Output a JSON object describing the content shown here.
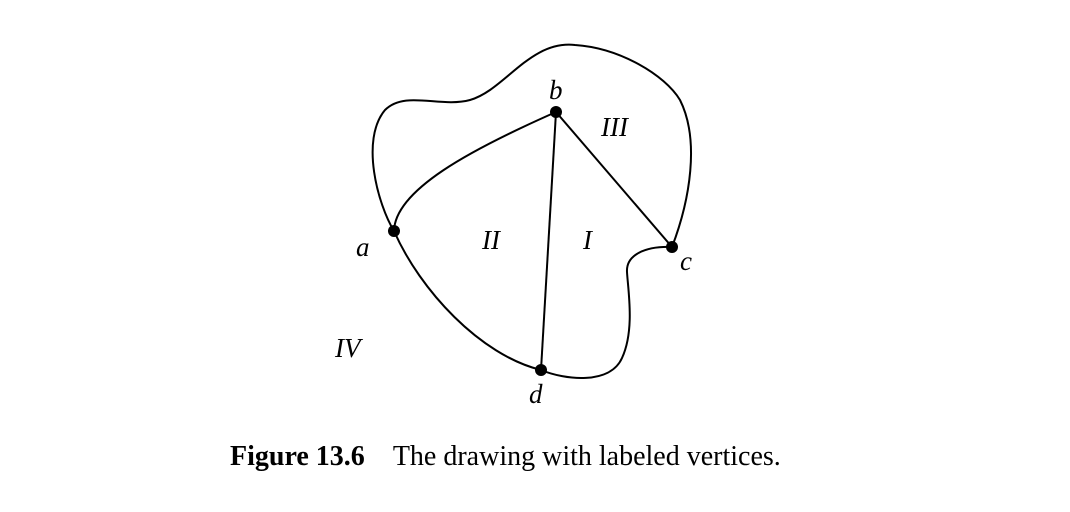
{
  "figure": {
    "vertices": [
      {
        "id": "a",
        "label": "a"
      },
      {
        "id": "b",
        "label": "b"
      },
      {
        "id": "c",
        "label": "c"
      },
      {
        "id": "d",
        "label": "d"
      }
    ],
    "edges": [
      [
        "a",
        "b"
      ],
      [
        "b",
        "d"
      ],
      [
        "b",
        "c"
      ],
      [
        "a",
        "d"
      ],
      [
        "d",
        "c"
      ],
      [
        "a",
        "c"
      ]
    ],
    "regions": {
      "I": "I",
      "II": "II",
      "III": "III",
      "IV": "IV"
    },
    "caption": {
      "label": "Figure 13.6",
      "text": "The drawing with labeled vertices."
    }
  }
}
